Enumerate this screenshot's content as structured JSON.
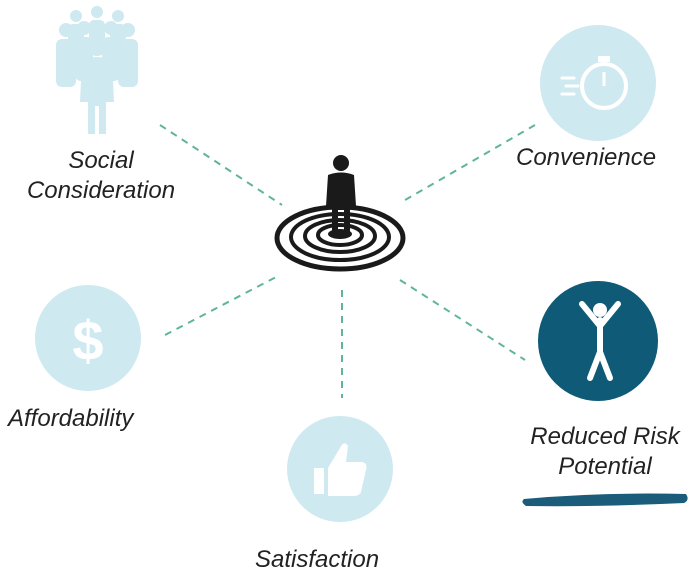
{
  "diagram": {
    "center": {
      "icon": "person-on-target-icon"
    },
    "nodes": [
      {
        "id": "social",
        "lines": [
          "Social",
          "Consideration"
        ],
        "icon": "people-group-icon",
        "color": "#cfe9f1",
        "highlighted": false
      },
      {
        "id": "convenience",
        "lines": [
          "Convenience"
        ],
        "icon": "stopwatch-icon",
        "color": "#cfe9f1",
        "highlighted": false
      },
      {
        "id": "affordability",
        "lines": [
          "Affordability"
        ],
        "icon": "dollar-icon",
        "color": "#cfe9f1",
        "highlighted": false
      },
      {
        "id": "risk",
        "lines": [
          "Reduced Risk",
          "Potential"
        ],
        "icon": "person-arms-raised-icon",
        "color": "#0e5a77",
        "highlighted": true
      },
      {
        "id": "satisfaction",
        "lines": [
          "Satisfaction"
        ],
        "icon": "thumbs-up-icon",
        "color": "#cfe9f1",
        "highlighted": false
      }
    ],
    "connector_color": "#5fb59a",
    "underline_color": "#1a5c79"
  }
}
